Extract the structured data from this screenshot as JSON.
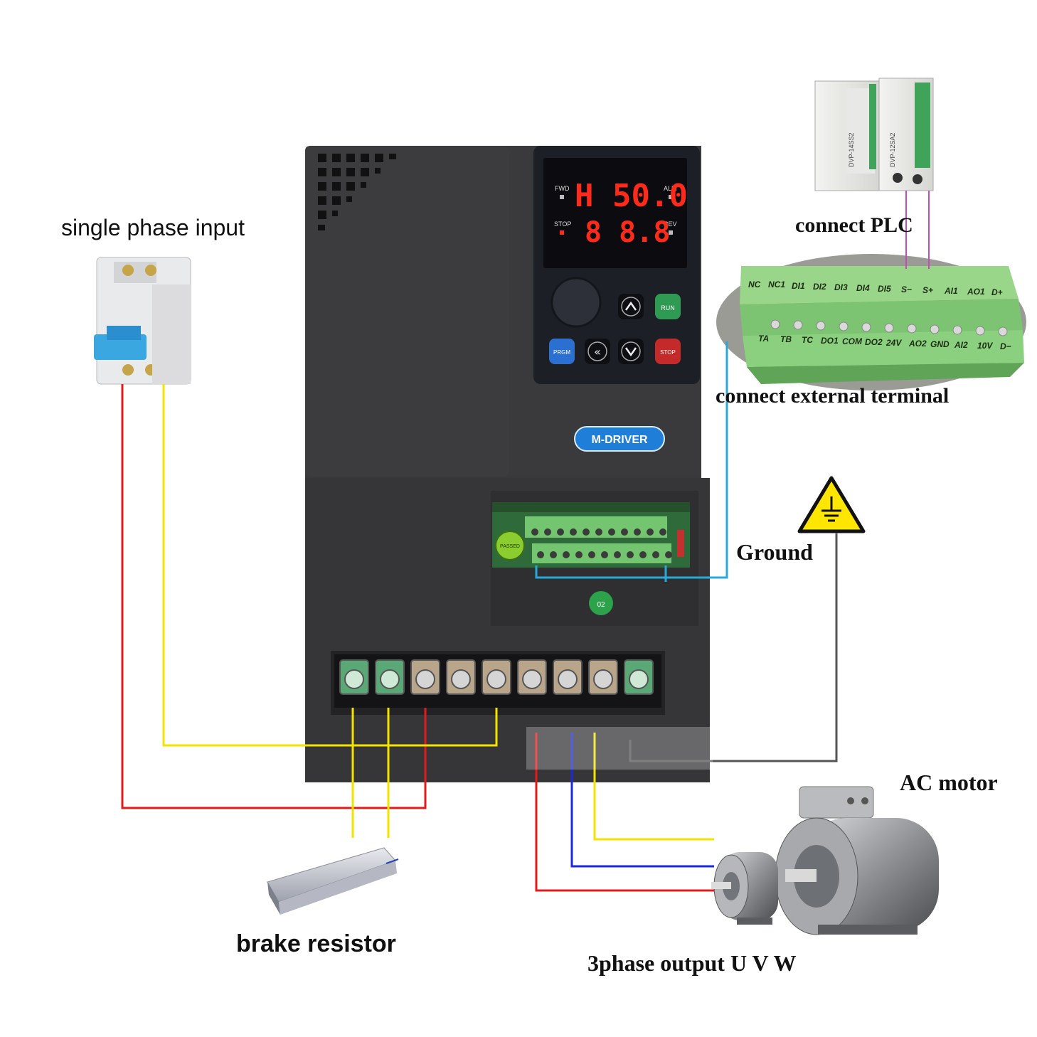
{
  "labels": {
    "single_phase_input": "single phase input",
    "connect_plc": "connect PLC",
    "connect_external_terminal": "connect external terminal",
    "ground": "Ground",
    "ac_motor": "AC motor",
    "brake_resistor": "brake resistor",
    "three_phase_output": "3phase output U V W"
  },
  "inverter": {
    "brand": "M-DRIVER",
    "display_top": "H 50.0",
    "display_bottom": "8 8.8",
    "indicators": {
      "fwd": "FWD",
      "alm": "ALM",
      "stop": "STOP",
      "rev": "REV"
    },
    "buttons": {
      "up": "▲",
      "run": "RUN",
      "prgm": "PRGM",
      "shift": "«",
      "down": "▼",
      "stop": "STOP"
    },
    "sticker": "PASSED",
    "qc_sticker": "02"
  },
  "plc": {
    "model_left": "DVP-14SS2",
    "model_right": "DVP-12SA2"
  },
  "terminals": {
    "top_row": [
      "NC",
      "NC1",
      "DI1",
      "DI2",
      "DI3",
      "DI4",
      "DI5",
      "S−",
      "S+",
      "AI1",
      "AO1",
      "D+"
    ],
    "bottom_row": [
      "TA",
      "TB",
      "TC",
      "DO1",
      "COM",
      "DO2",
      "24V",
      "AO2",
      "GND",
      "AI2",
      "10V",
      "D−"
    ]
  },
  "wire_colors": {
    "red": "#e01b1b",
    "yellow": "#f2e300",
    "blue": "#1a2ad8",
    "cyan": "#2aa9d9",
    "ground": "#555555",
    "plc_link": "#c24fb9"
  },
  "icons": {
    "ground_warning": "ground-warning-icon",
    "breaker": "circuit-breaker-icon",
    "motor": "ac-motor-icon",
    "resistor": "brake-resistor-icon",
    "plc": "plc-icon"
  }
}
